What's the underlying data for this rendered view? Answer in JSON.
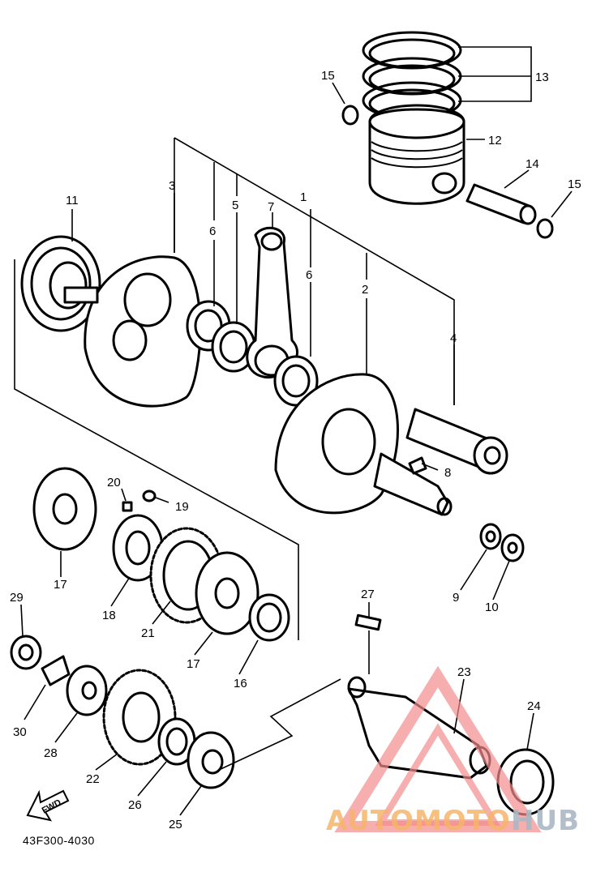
{
  "callouts": [
    {
      "id": "1",
      "label": "1"
    },
    {
      "id": "2",
      "label": "2"
    },
    {
      "id": "3",
      "label": "3"
    },
    {
      "id": "4",
      "label": "4"
    },
    {
      "id": "5",
      "label": "5"
    },
    {
      "id": "6a",
      "label": "6"
    },
    {
      "id": "6b",
      "label": "6"
    },
    {
      "id": "7",
      "label": "7"
    },
    {
      "id": "8",
      "label": "8"
    },
    {
      "id": "9",
      "label": "9"
    },
    {
      "id": "10",
      "label": "10"
    },
    {
      "id": "11",
      "label": "11"
    },
    {
      "id": "12",
      "label": "12"
    },
    {
      "id": "13",
      "label": "13"
    },
    {
      "id": "14",
      "label": "14"
    },
    {
      "id": "15a",
      "label": "15"
    },
    {
      "id": "15b",
      "label": "15"
    },
    {
      "id": "16",
      "label": "16"
    },
    {
      "id": "17a",
      "label": "17"
    },
    {
      "id": "17b",
      "label": "17"
    },
    {
      "id": "18",
      "label": "18"
    },
    {
      "id": "19",
      "label": "19"
    },
    {
      "id": "20",
      "label": "20"
    },
    {
      "id": "21",
      "label": "21"
    },
    {
      "id": "22",
      "label": "22"
    },
    {
      "id": "23",
      "label": "23"
    },
    {
      "id": "24",
      "label": "24"
    },
    {
      "id": "25",
      "label": "25"
    },
    {
      "id": "26",
      "label": "26"
    },
    {
      "id": "27",
      "label": "27"
    },
    {
      "id": "28",
      "label": "28"
    },
    {
      "id": "29",
      "label": "29"
    },
    {
      "id": "30",
      "label": "30"
    }
  ],
  "diagram_code": "43F300-4030",
  "direction_arrow": {
    "label": "FWD",
    "icon": "forward-arrow-icon"
  },
  "watermark": {
    "text_a": "AUTOMOTO",
    "text_b": "HUB",
    "icon": "triangle-logo-icon",
    "colors": {
      "triangle": "#f28c8c",
      "text_a": "#f6b56b",
      "text_b": "#aab8c4"
    }
  }
}
